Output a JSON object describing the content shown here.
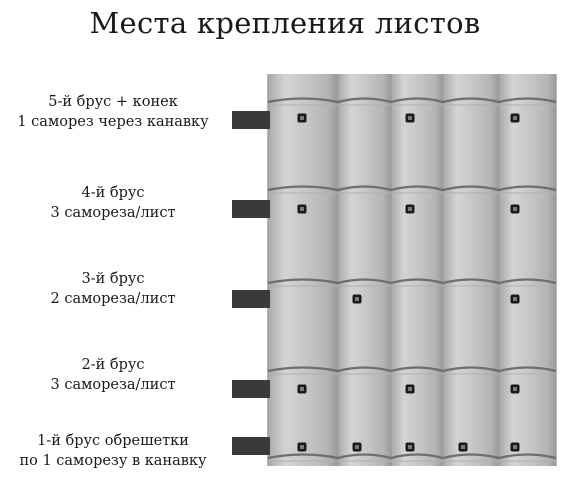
{
  "title": "Места крепления листов",
  "rows": [
    {
      "line1": "5-й брус + конек",
      "line2": "1 саморез через канавку",
      "screws": [
        1,
        3,
        5
      ]
    },
    {
      "line1": "4-й брус",
      "line2": "3 самореза/лист",
      "screws": [
        1,
        3,
        5
      ]
    },
    {
      "line1": "3-й брус",
      "line2": "2 самореза/лист",
      "screws": [
        2,
        5
      ]
    },
    {
      "line1": "2-й брус",
      "line2": "3 самореза/лист",
      "screws": [
        1,
        3,
        5
      ]
    },
    {
      "line1": "1-й брус обрешетки",
      "line2": "по 1 саморезу в канавку",
      "screws": [
        1,
        2,
        3,
        4,
        5
      ]
    }
  ],
  "colors": {
    "sheet": "#c9c9c9",
    "sheet_shadow": "#9e9e9e",
    "ridge": "#6e6e6e",
    "batten": "#3a3a3a",
    "screw": "#1a1a1a"
  }
}
